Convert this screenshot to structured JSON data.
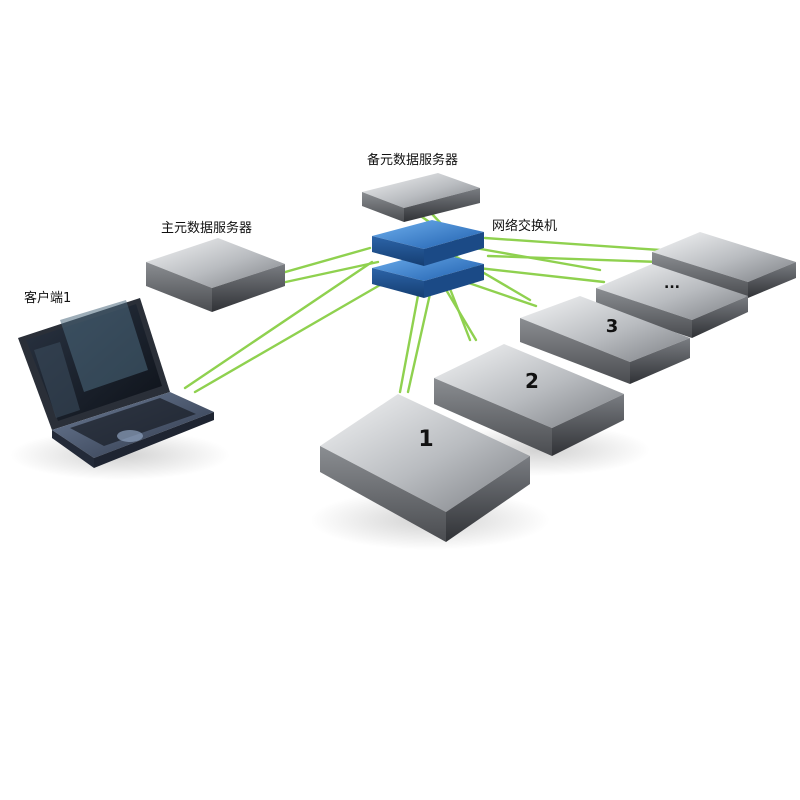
{
  "labels": {
    "backup_metadata_server": "备元数据服务器",
    "primary_metadata_server": "主元数据服务器",
    "network_switch": "网络交换机",
    "client": "客户端1"
  },
  "storage_nodes": [
    {
      "label": "1"
    },
    {
      "label": "2"
    },
    {
      "label": "3"
    },
    {
      "label": "..."
    },
    {
      "label": ""
    }
  ],
  "colors": {
    "cable": "#8fd14f",
    "switch": "#2f6fc0",
    "server_light": "#d4d6d8",
    "server_dark": "#6c6f73",
    "background": "#ffffff"
  },
  "icons": {
    "switch": "network-switch-icon",
    "server": "server-icon",
    "laptop": "laptop-icon"
  }
}
